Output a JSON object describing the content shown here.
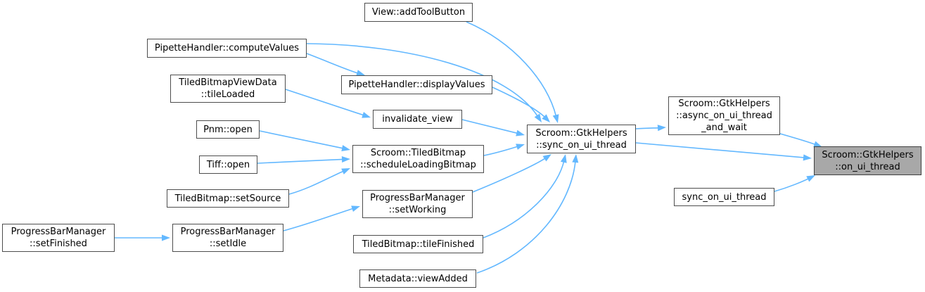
{
  "diagram": {
    "type": "call-graph",
    "colors": {
      "background": "#ffffff",
      "edge": "#63b8ff",
      "node_fill": "#ffffff",
      "node_border": "#4d4d4d",
      "highlight_fill": "#a8a8a8",
      "text": "#000000"
    },
    "nodes": [
      {
        "id": "addToolButton",
        "label": "View::addToolButton",
        "lines": [
          "View::addToolButton"
        ],
        "highlighted": false
      },
      {
        "id": "computeValues",
        "label": "PipetteHandler::computeValues",
        "lines": [
          "PipetteHandler::computeValues"
        ],
        "highlighted": false
      },
      {
        "id": "tileLoaded",
        "label": "TiledBitmapViewData::tileLoaded",
        "lines": [
          "TiledBitmapViewData",
          "::tileLoaded"
        ],
        "highlighted": false
      },
      {
        "id": "displayValues",
        "label": "PipetteHandler::displayValues",
        "lines": [
          "PipetteHandler::displayValues"
        ],
        "highlighted": false
      },
      {
        "id": "invalidate_view",
        "label": "invalidate_view",
        "lines": [
          "invalidate_view"
        ],
        "highlighted": false
      },
      {
        "id": "pnm_open",
        "label": "Pnm::open",
        "lines": [
          "Pnm::open"
        ],
        "highlighted": false
      },
      {
        "id": "scheduleLoadingBitmap",
        "label": "Scroom::TiledBitmap::scheduleLoadingBitmap",
        "lines": [
          "Scroom::TiledBitmap",
          "::scheduleLoadingBitmap"
        ],
        "highlighted": false
      },
      {
        "id": "tiff_open",
        "label": "Tiff::open",
        "lines": [
          "Tiff::open"
        ],
        "highlighted": false
      },
      {
        "id": "setSource",
        "label": "TiledBitmap::setSource",
        "lines": [
          "TiledBitmap::setSource"
        ],
        "highlighted": false
      },
      {
        "id": "setWorking",
        "label": "ProgressBarManager::setWorking",
        "lines": [
          "ProgressBarManager",
          "::setWorking"
        ],
        "highlighted": false
      },
      {
        "id": "setFinished",
        "label": "ProgressBarManager::setFinished",
        "lines": [
          "ProgressBarManager",
          "::setFinished"
        ],
        "highlighted": false
      },
      {
        "id": "setIdle",
        "label": "ProgressBarManager::setIdle",
        "lines": [
          "ProgressBarManager",
          "::setIdle"
        ],
        "highlighted": false
      },
      {
        "id": "tileFinished",
        "label": "TiledBitmap::tileFinished",
        "lines": [
          "TiledBitmap::tileFinished"
        ],
        "highlighted": false
      },
      {
        "id": "viewAdded",
        "label": "Metadata::viewAdded",
        "lines": [
          "Metadata::viewAdded"
        ],
        "highlighted": false
      },
      {
        "id": "sync",
        "label": "Scroom::GtkHelpers::sync_on_ui_thread",
        "lines": [
          "Scroom::GtkHelpers",
          "::sync_on_ui_thread"
        ],
        "highlighted": false
      },
      {
        "id": "asyncAndWait",
        "label": "Scroom::GtkHelpers::async_on_ui_thread_and_wait",
        "lines": [
          "Scroom::GtkHelpers",
          "::async_on_ui_thread",
          "_and_wait"
        ],
        "highlighted": false
      },
      {
        "id": "onUiThread",
        "label": "Scroom::GtkHelpers::on_ui_thread",
        "lines": [
          "Scroom::GtkHelpers",
          "::on_ui_thread"
        ],
        "highlighted": true
      },
      {
        "id": "syncStandalone",
        "label": "sync_on_ui_thread",
        "lines": [
          "sync_on_ui_thread"
        ],
        "highlighted": false
      }
    ],
    "edges": [
      {
        "from": "addToolButton",
        "to": "sync"
      },
      {
        "from": "computeValues",
        "to": "sync"
      },
      {
        "from": "computeValues",
        "to": "displayValues"
      },
      {
        "from": "displayValues",
        "to": "sync"
      },
      {
        "from": "tileLoaded",
        "to": "invalidate_view"
      },
      {
        "from": "invalidate_view",
        "to": "sync"
      },
      {
        "from": "pnm_open",
        "to": "scheduleLoadingBitmap"
      },
      {
        "from": "tiff_open",
        "to": "scheduleLoadingBitmap"
      },
      {
        "from": "setSource",
        "to": "scheduleLoadingBitmap"
      },
      {
        "from": "scheduleLoadingBitmap",
        "to": "sync"
      },
      {
        "from": "setFinished",
        "to": "setIdle"
      },
      {
        "from": "setIdle",
        "to": "setWorking"
      },
      {
        "from": "setWorking",
        "to": "sync"
      },
      {
        "from": "tileFinished",
        "to": "sync"
      },
      {
        "from": "viewAdded",
        "to": "sync"
      },
      {
        "from": "sync",
        "to": "asyncAndWait"
      },
      {
        "from": "sync",
        "to": "onUiThread"
      },
      {
        "from": "asyncAndWait",
        "to": "onUiThread"
      },
      {
        "from": "syncStandalone",
        "to": "onUiThread"
      }
    ]
  }
}
